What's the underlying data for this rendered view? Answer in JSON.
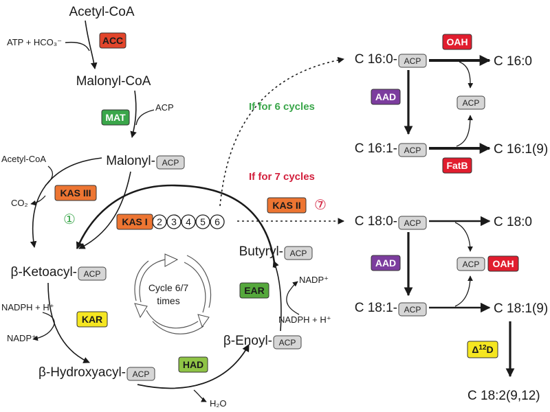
{
  "acp": "ACP",
  "molecules": {
    "acetyl_coa": "Acetyl-CoA",
    "malonyl_coa": "Malonyl-CoA",
    "malonyl": "Malonyl-",
    "ketoacyl": "β-Ketoacyl-",
    "hydroxyacyl": "β-Hydroxyacyl-",
    "enoyl": "β-Enoyl-",
    "butyryl": "Butyryl-",
    "c160_acp": "C 16:0-",
    "c161_acp": "C 16:1-",
    "c180_acp": "C 18:0-",
    "c181_acp": "C 18:1-",
    "c160": "C 16:0",
    "c161": "C 16:1(9)",
    "c180": "C 18:0",
    "c181": "C 18:1(9)",
    "c182": "C 18:2(9,12)"
  },
  "cofactors": {
    "atp_hco3": "ATP + HCO₃⁻",
    "acp": "ACP",
    "acetyl_coa_small": "Acetyl-CoA",
    "co2": "CO₂",
    "nadph_left": "NADPH + H⁺",
    "nadp_left": "NADP⁺",
    "h2o": "H₂O",
    "nadp_right": "NADP⁺",
    "nadph_right": "NADPH + H⁺"
  },
  "enzymes": {
    "acc": "ACC",
    "mat": "MAT",
    "kas3": "KAS III",
    "kas1": "KAS I",
    "kas2": "KAS II",
    "kar": "KAR",
    "had": "HAD",
    "ear": "EAR",
    "aad_top": "AAD",
    "aad_bottom": "AAD",
    "oah_top": "OAH",
    "oah_bottom": "OAH",
    "fatb": "FatB",
    "d12d_base": "Δ",
    "d12d_sup": "12",
    "d12d_end": "D"
  },
  "circled": {
    "kas3": "①",
    "kas1": [
      "2",
      "3",
      "4",
      "5",
      "6"
    ],
    "kas2": "⑦"
  },
  "cycle": {
    "line1": "Cycle 6/7",
    "line2": "times"
  },
  "conditions": {
    "six": "If for 6 cycles",
    "seven": "If for 7 cycles"
  },
  "colors": {
    "acc": "#e2452b",
    "mat": "#3aa64a",
    "kas": "#ed7532",
    "kar": "#f5e621",
    "had": "#8fc446",
    "ear": "#55a83c",
    "aad": "#7c3d9e",
    "oah": "#e11d2e",
    "fatb": "#e11d2e",
    "d12d": "#f5e621",
    "acp_fill": "#d6d6d6",
    "cond_six": "#3aa64a",
    "cond_seven": "#d21f3c"
  }
}
